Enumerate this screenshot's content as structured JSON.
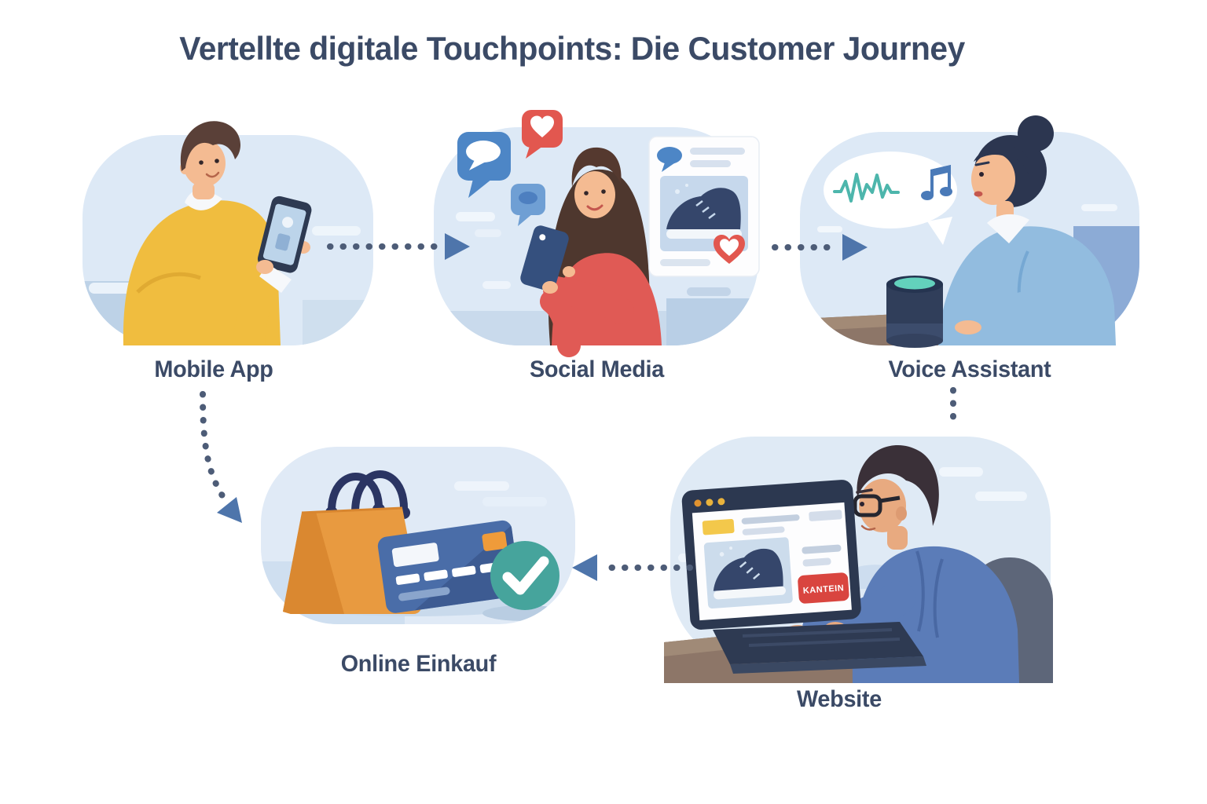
{
  "title": "Vertellte digitale Touchpoints: Die Customer Journey",
  "scenes": {
    "mobile_app": {
      "label": "Mobile App"
    },
    "social_media": {
      "label": "Social Media"
    },
    "voice_assistant": {
      "label": "Voice Assistant"
    },
    "online_einkauf": {
      "label": "Online Einkauf"
    },
    "website": {
      "label": "Website",
      "buy_button_label": "KANTEIN"
    }
  },
  "connections": [
    {
      "from": "Mobile App",
      "to": "Social Media"
    },
    {
      "from": "Social Media",
      "to": "Voice Assistant"
    },
    {
      "from": "Voice Assistant",
      "to": "Website"
    },
    {
      "from": "Website",
      "to": "Online Einkauf"
    },
    {
      "from": "Mobile App",
      "to": "Online Einkauf"
    }
  ],
  "icons": [
    "smartphone-icon",
    "chat-bubble-icon",
    "like-heart-icon",
    "social-post-card",
    "sneaker-image",
    "speech-balloon",
    "soundwave-icon",
    "music-note-icon",
    "smart-speaker-icon",
    "shopping-bag-icon",
    "credit-card-icon",
    "checkmark-badge",
    "laptop-icon",
    "office-chair"
  ],
  "colors": {
    "text_ink": "#3b4a66",
    "blob_background": "#dde9f6",
    "arrow_dots": "#4d5c77",
    "arrow_head": "#4e75ab",
    "accent_red": "#e2574f",
    "accent_blue": "#4d86c6",
    "accent_teal": "#46a49c",
    "accent_orange": "#e89a40",
    "accent_yellow": "#f0bd3f"
  }
}
